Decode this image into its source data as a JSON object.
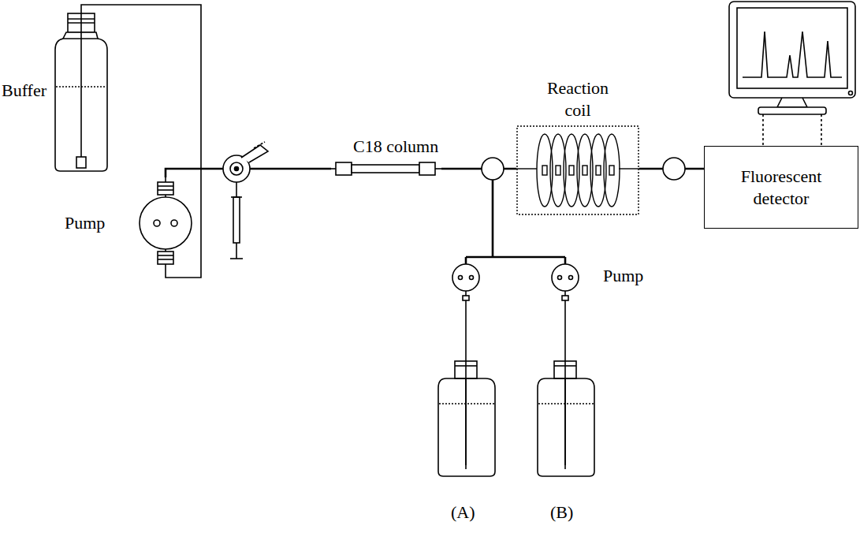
{
  "diagram": {
    "nodes": [
      {
        "text": [
          "Buffer"
        ]
      },
      {
        "text": [
          "Pump"
        ]
      },
      {
        "text": [
          "C18 column"
        ]
      },
      {
        "text": [
          "Reaction coil"
        ]
      },
      {
        "text": [
          "Fluorescent detector"
        ]
      }
    ],
    "edges": [
      {
        "from": 0,
        "to": 1,
        "arrow": "none"
      },
      {
        "from": 1,
        "to": 2,
        "arrow": "none"
      },
      {
        "from": 2,
        "to": 3,
        "arrow": "none"
      },
      {
        "from": 3,
        "to": 4,
        "arrow": "none"
      }
    ],
    "labels": [
      "Pump",
      "(A)",
      "(B)"
    ]
  }
}
